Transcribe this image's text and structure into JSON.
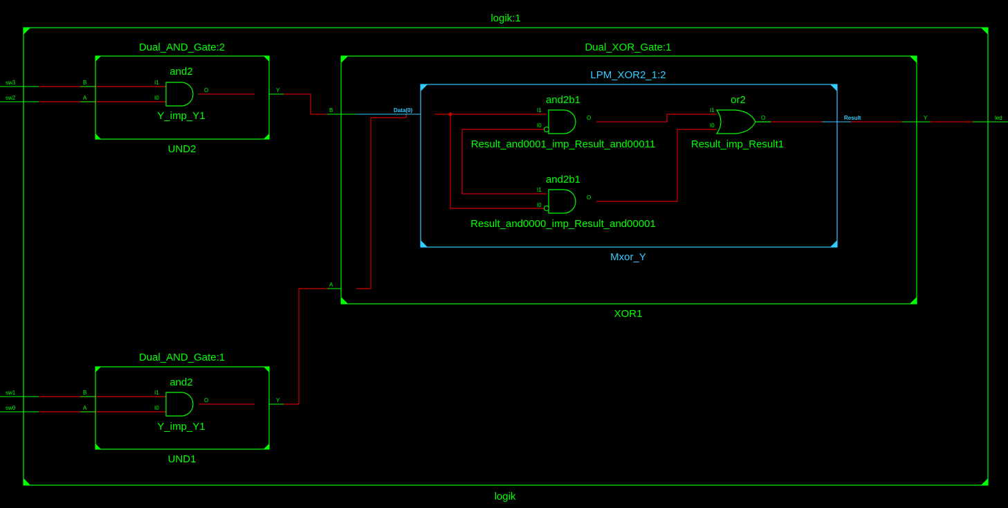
{
  "colors": {
    "background": "#000000",
    "block": "#00ff00",
    "inner_block": "#33ccff",
    "wire": "#d40000"
  },
  "top": {
    "title": "logik:1",
    "instance": "logik"
  },
  "und2": {
    "title": "Dual_AND_Gate:2",
    "instance": "UND2",
    "gate_type": "and2",
    "gate_instance": "Y_imp_Y1",
    "port_b": "B",
    "port_a": "A",
    "port_y": "Y",
    "pin_i1": "I1",
    "pin_i0": "I0",
    "pin_o": "O"
  },
  "und1": {
    "title": "Dual_AND_Gate:1",
    "instance": "UND1",
    "gate_type": "and2",
    "gate_instance": "Y_imp_Y1",
    "port_b": "B",
    "port_a": "A",
    "port_y": "Y",
    "pin_i1": "I1",
    "pin_i0": "I0",
    "pin_o": "O"
  },
  "xor1": {
    "title": "Dual_XOR_Gate:1",
    "instance": "XOR1",
    "port_b": "B",
    "port_a": "A",
    "port_y": "Y"
  },
  "mxor": {
    "title": "LPM_XOR2_1:2",
    "instance": "Mxor_Y",
    "port_data": "Data(0)",
    "port_result": "Result",
    "gate1": {
      "type": "and2b1",
      "instance": "Result_and0001_imp_Result_and00011",
      "pin_i1": "I1",
      "pin_i0": "I0",
      "pin_o": "O"
    },
    "gate2": {
      "type": "and2b1",
      "instance": "Result_and0000_imp_Result_and00001",
      "pin_i1": "I1",
      "pin_i0": "I0",
      "pin_o": "O"
    },
    "gate3": {
      "type": "or2",
      "instance": "Result_imp_Result1",
      "pin_i1": "I1",
      "pin_i0": "I0",
      "pin_o": "O"
    }
  },
  "io": {
    "sw3": "sw3",
    "sw2": "sw2",
    "sw1": "sw1",
    "sw0": "sw0",
    "led": "led"
  }
}
